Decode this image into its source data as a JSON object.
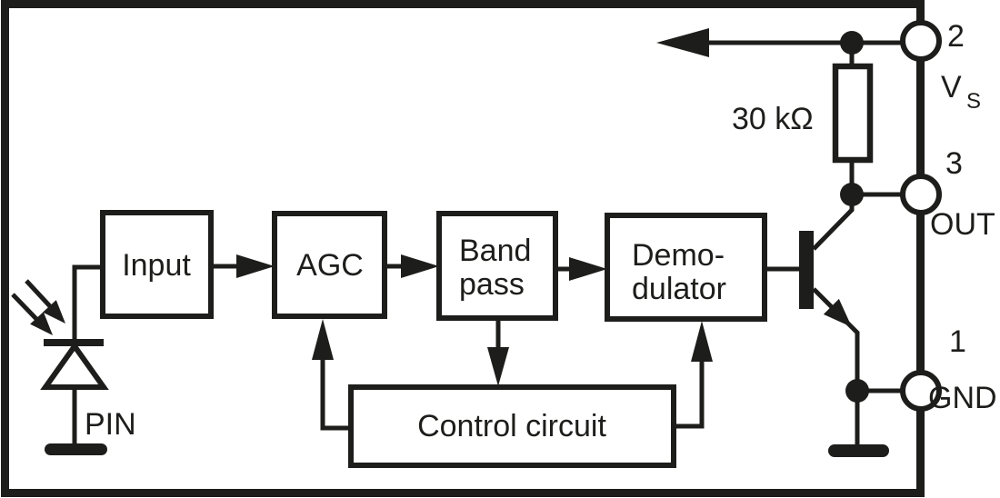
{
  "blocks": {
    "input": {
      "label": "Input"
    },
    "agc": {
      "label": "AGC"
    },
    "bandpass": {
      "line1": "Band",
      "line2": "pass"
    },
    "demodulator": {
      "line1": "Demo-",
      "line2": "dulator"
    },
    "control": {
      "label": "Control circuit"
    }
  },
  "components": {
    "resistor": {
      "value": "30 kΩ"
    },
    "photodiode": {
      "label": "PIN"
    }
  },
  "pins": {
    "supply": {
      "number": "2",
      "name": "V",
      "name_sub": "S"
    },
    "output": {
      "number": "3",
      "name": "OUT"
    },
    "ground": {
      "number": "1",
      "name": "GND"
    }
  },
  "colors": {
    "ink": "#1d1d1b",
    "background": "#ffffff"
  }
}
